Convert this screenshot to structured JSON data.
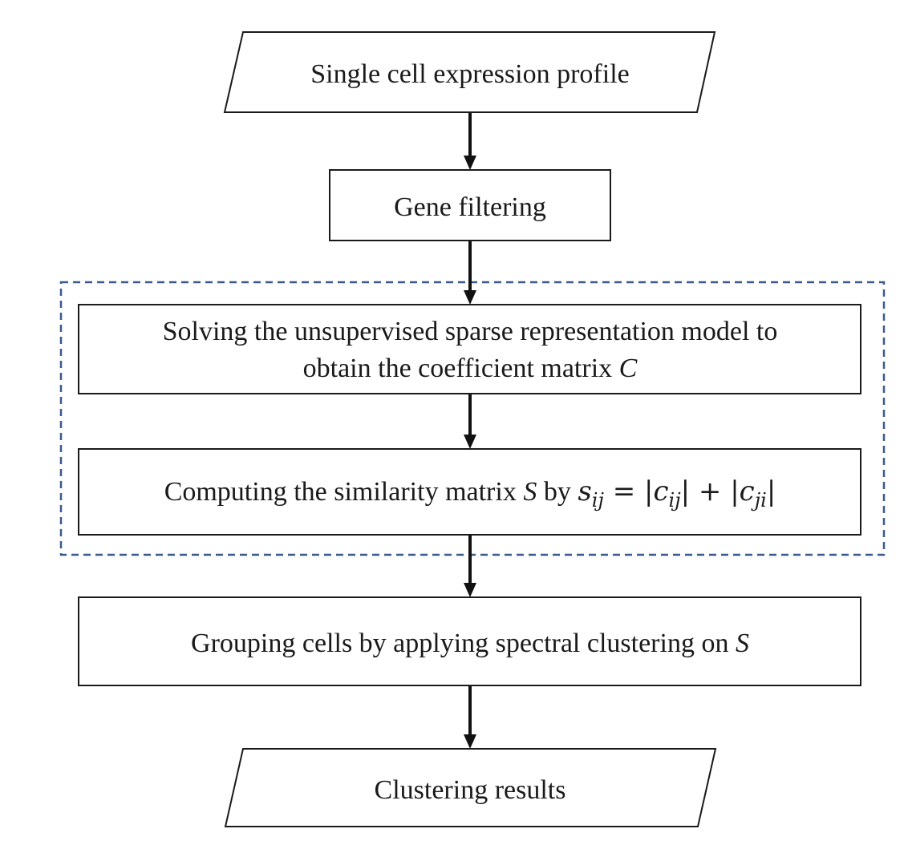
{
  "diagram": {
    "type": "flowchart",
    "group_color": "#3a5a8c",
    "nodes": [
      {
        "id": "input",
        "shape": "parallelogram",
        "text": "Single cell expression profile"
      },
      {
        "id": "filter",
        "shape": "rectangle",
        "text": "Gene filtering"
      },
      {
        "id": "solve",
        "shape": "rectangle",
        "line1": "Solving the unsupervised sparse representation model to",
        "line2_prefix": "obtain the coefficient matrix ",
        "line2_var": "C"
      },
      {
        "id": "similarity",
        "shape": "rectangle",
        "prefix": "Computing the similarity matrix ",
        "var": "S",
        "middle": " by ",
        "formula": "s",
        "formula_sub": "ij",
        "formula_eq": " = |c",
        "formula_sub2": "ij",
        "formula_plus": "| + |c",
        "formula_sub3": "ji",
        "formula_end": "|"
      },
      {
        "id": "cluster",
        "shape": "rectangle",
        "prefix": "Grouping cells by applying spectral clustering on ",
        "var": "S"
      },
      {
        "id": "output",
        "shape": "parallelogram",
        "text": "Clustering results"
      }
    ],
    "edges": [
      {
        "from": "input",
        "to": "filter"
      },
      {
        "from": "filter",
        "to": "solve"
      },
      {
        "from": "solve",
        "to": "similarity"
      },
      {
        "from": "similarity",
        "to": "cluster"
      },
      {
        "from": "cluster",
        "to": "output"
      }
    ],
    "groups": [
      {
        "id": "core-group",
        "members": [
          "solve",
          "similarity"
        ],
        "style": "dashed"
      }
    ]
  }
}
